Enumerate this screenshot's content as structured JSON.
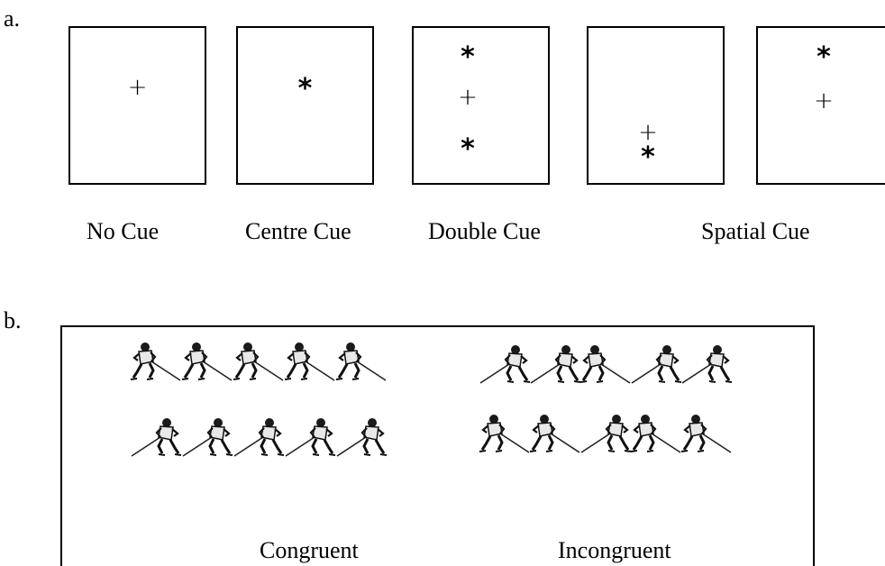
{
  "panel_a": {
    "label": "a.",
    "conditions": {
      "no_cue": "No Cue",
      "centre_cue": "Centre Cue",
      "double_cue": "Double Cue",
      "spatial_cue": "Spatial Cue"
    },
    "fixation_symbol": "+",
    "cue_symbol": "*"
  },
  "panel_b": {
    "label": "b.",
    "conditions": {
      "congruent": "Congruent",
      "incongruent": "Incongruent"
    },
    "rows": {
      "congruent_top": [
        "right",
        "right",
        "right",
        "right",
        "right"
      ],
      "congruent_bottom": [
        "left",
        "left",
        "left",
        "left",
        "left"
      ],
      "incongruent_top": [
        "left",
        "left",
        "right",
        "left",
        "left"
      ],
      "incongruent_bottom": [
        "right",
        "right",
        "left",
        "right",
        "right"
      ]
    }
  }
}
